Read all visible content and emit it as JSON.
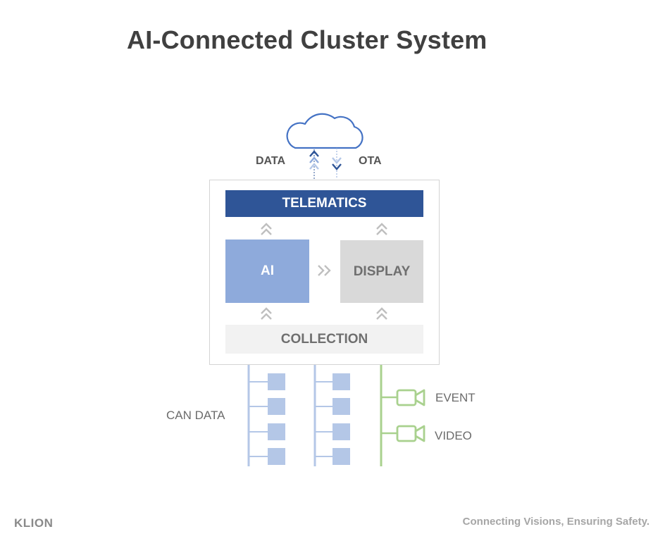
{
  "header": {
    "title": "AI-Connected Cluster System"
  },
  "cloud": {
    "icon": "cloud-icon",
    "data_label": "DATA",
    "ota_label": "OTA"
  },
  "system": {
    "telematics_label": "TELEMATICS",
    "ai_label": "AI",
    "display_label": "DISPLAY",
    "collection_label": "COLLECTION"
  },
  "inputs": {
    "can_data_label": "CAN DATA",
    "event_label": "EVENT",
    "video_label": "VIDEO",
    "camera_icon": "camera-icon"
  },
  "footer": {
    "brand": "KLION",
    "tagline": "Connecting Visions, Ensuring Safety."
  },
  "colors": {
    "dark_blue": "#2f5597",
    "mid_blue": "#8eaadb",
    "light_blue": "#b4c7e7",
    "gray": "#d9d9d9",
    "light_gray": "#f2f2f2",
    "green": "#a9d18e",
    "text_gray": "#404040"
  }
}
